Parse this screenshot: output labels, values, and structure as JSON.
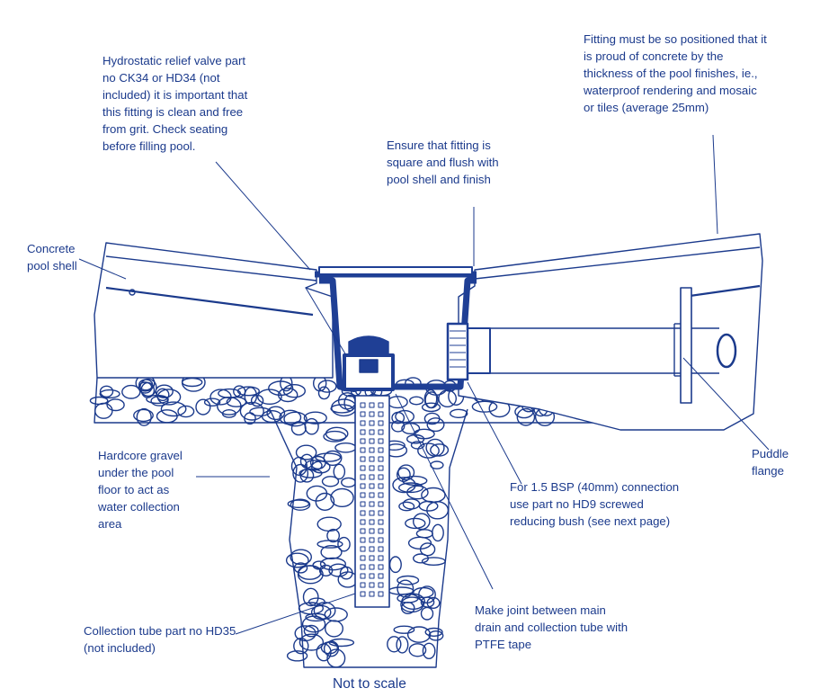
{
  "labels": {
    "hydrostatic": [
      "Hydrostatic relief valve part",
      "no CK34 or HD34 (not",
      "included) it is important that",
      "this fitting is clean and free",
      "from grit. Check seating",
      "before filling pool."
    ],
    "fitting_proud": [
      "Fitting must be so positioned that it",
      "is proud of concrete by the",
      "thickness of the pool finishes, ie.,",
      "waterproof rendering and mosaic",
      "or tiles (average 25mm)"
    ],
    "ensure_square": [
      "Ensure that fitting is",
      "square and flush with",
      "pool shell and finish"
    ],
    "concrete_shell": [
      "Concrete",
      "pool shell"
    ],
    "hardcore": [
      "Hardcore gravel",
      "under the pool",
      "floor to act as",
      "water collection",
      "area"
    ],
    "puddle": [
      "Puddle",
      "flange"
    ],
    "bsp": [
      "For 1.5 BSP (40mm) connection",
      "use part no HD9 screwed",
      "reducing bush (see next page)"
    ],
    "ptfe": [
      "Make joint between main",
      "drain and collection tube with",
      "PTFE tape"
    ],
    "collection": [
      "Collection tube part no HD35",
      "(not included)"
    ]
  },
  "footer": "Not to scale",
  "colors": {
    "ink": "#1b3a8c",
    "fitting": "#1f3f95",
    "gravel_fill": "#ffffff"
  }
}
